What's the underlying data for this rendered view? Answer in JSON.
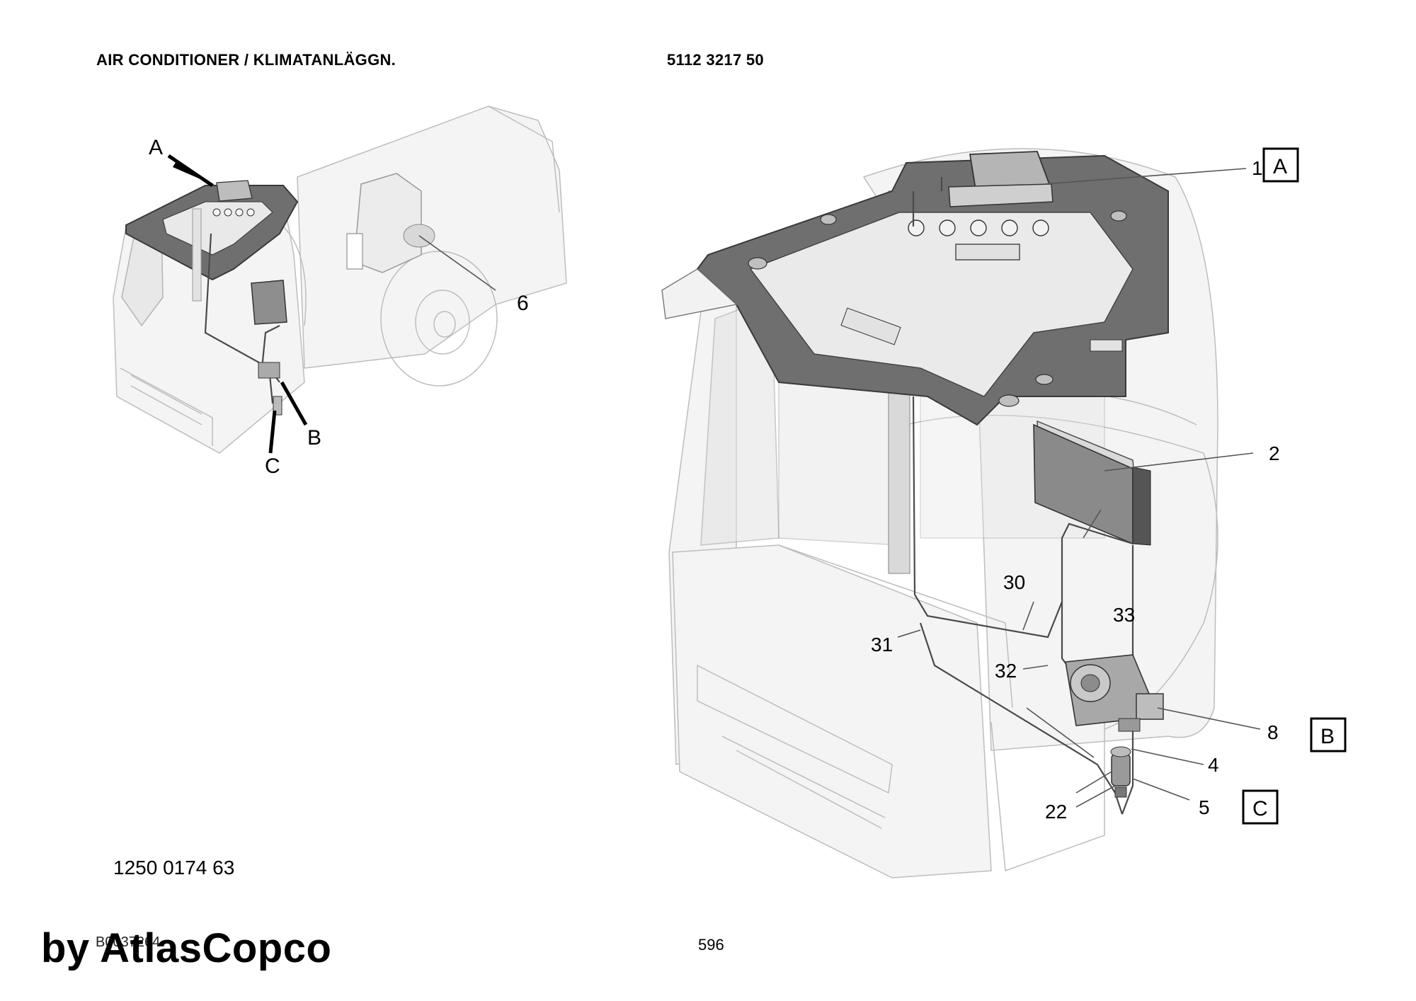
{
  "header": {
    "title": "AIR CONDITIONER / KLIMATANLÄGGN.",
    "part_number": "5112 3217 50"
  },
  "overview": {
    "labels": {
      "a": "A",
      "b": "B",
      "c": "C",
      "item6": "6"
    }
  },
  "detail": {
    "callouts": {
      "item1": "1",
      "item2": "2",
      "item4": "4",
      "item5": "5",
      "item8": "8",
      "item22": "22",
      "item30": "30",
      "item31": "31",
      "item32": "32",
      "item33": "33"
    },
    "boxes": {
      "a": "A",
      "b": "B",
      "c": "C"
    }
  },
  "footer": {
    "drawing_number": "1250 0174 63",
    "doc_ref": "B0037264",
    "page_number": "596",
    "watermark": "by AtlasCopco"
  }
}
